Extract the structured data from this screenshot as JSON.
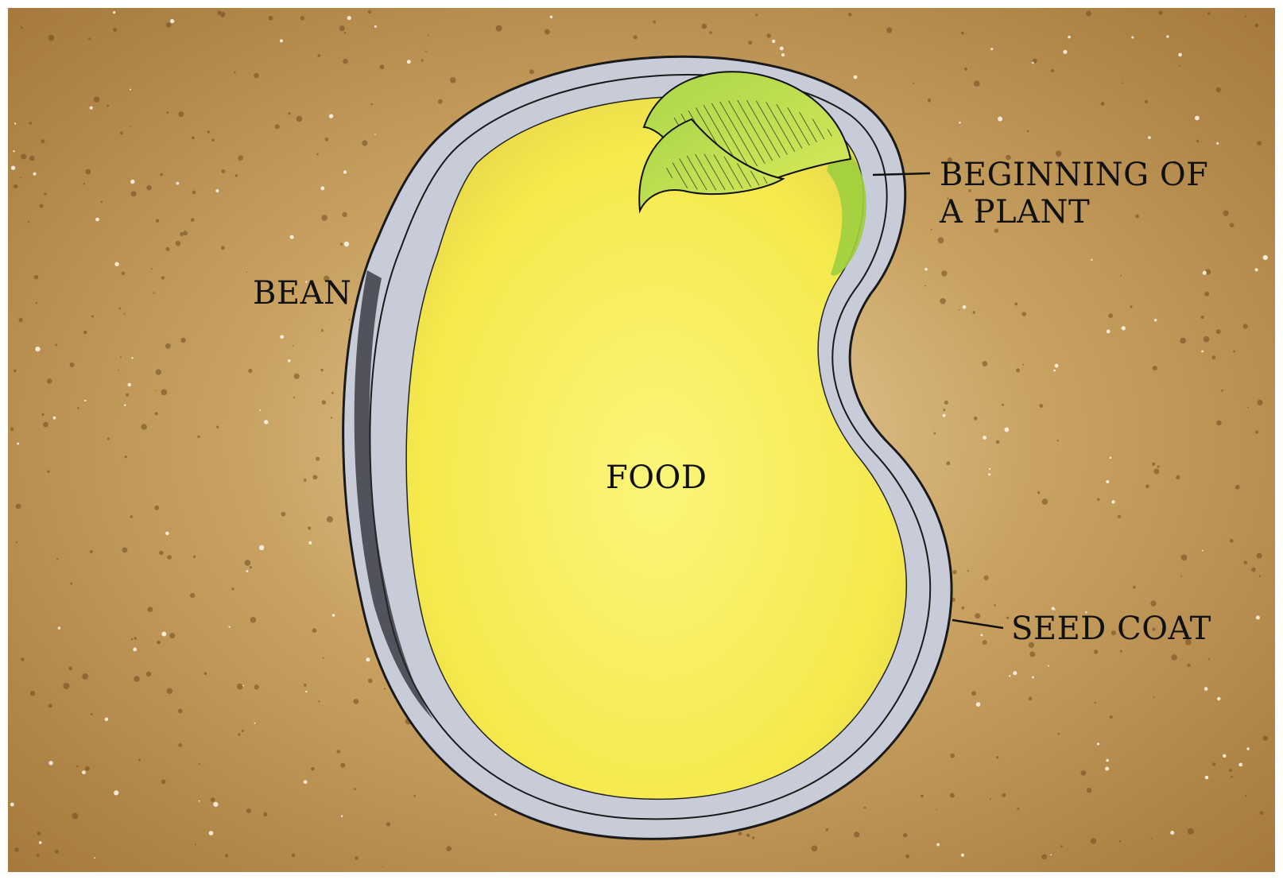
{
  "diagram": {
    "labels": {
      "bean": "BEAN",
      "food": "FOOD",
      "plant_line1": "BEGINNING OF",
      "plant_line2": "A PLANT",
      "seed_coat": "SEED COAT"
    }
  },
  "colors": {
    "soil": "#c49a55",
    "soil_dark": "#7a5a2a",
    "seed_coat": "#c9cdd8",
    "food": "#f7ee5a",
    "embryo_leaf": "#b9db4a",
    "ink": "#111111"
  }
}
